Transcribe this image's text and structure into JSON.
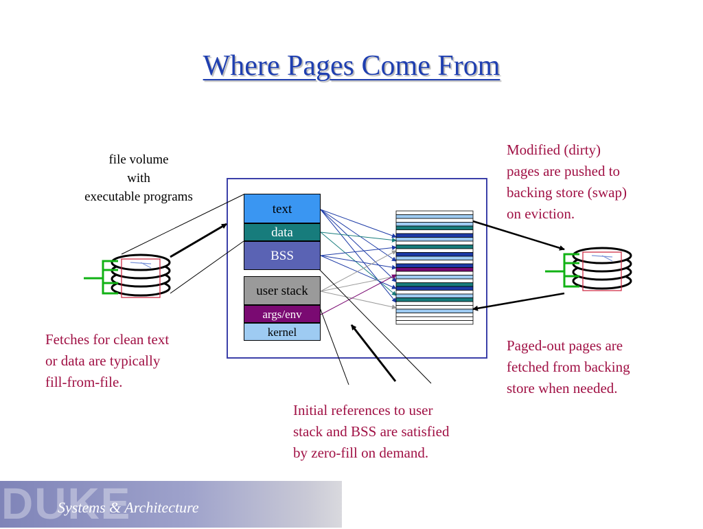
{
  "title": "Where Pages Come From",
  "file_volume_label": [
    "file volume",
    "with",
    "executable programs"
  ],
  "segments": [
    "text",
    "data",
    "BSS",
    "user stack",
    "args/env",
    "kernel"
  ],
  "callouts": {
    "dirty": [
      "Modified (dirty)",
      "pages are pushed to",
      "backing store (swap)",
      "on eviction."
    ],
    "clean": [
      "Fetches for clean text",
      "or data are typically",
      "fill-from-file."
    ],
    "zero_fill": [
      "Initial references to user",
      "stack and BSS are satisfied",
      "by zero-fill on demand."
    ],
    "paged_out": [
      "Paged-out pages are",
      "fetched from backing",
      "store when needed."
    ]
  },
  "footer": {
    "logo": "DUKE",
    "subtitle": "Systems & Architecture"
  },
  "colors": {
    "title": "#1f3fb0",
    "callout": "#a01044",
    "frame": "#3b3fa8",
    "seg_light": "#9ecbf2",
    "seg_teal": "#177c7c",
    "seg_blue": "#1c3aa6",
    "seg_gray": "#9a9a9a",
    "seg_purple": "#7a0a72",
    "disk_green": "#11b214",
    "disk_red": "#cc1f3a"
  }
}
